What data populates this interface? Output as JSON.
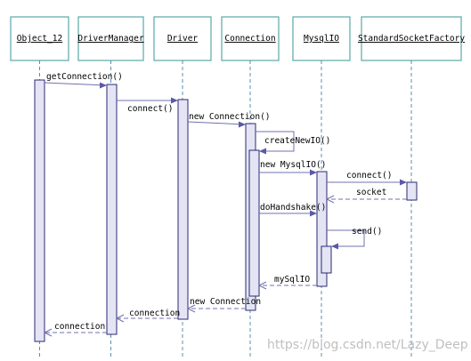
{
  "participants": [
    {
      "name": "Object_12"
    },
    {
      "name": "DriverManager"
    },
    {
      "name": "Driver"
    },
    {
      "name": "Connection"
    },
    {
      "name": "MysqlIO"
    },
    {
      "name": "StandardSocketFactory"
    }
  ],
  "messages": [
    {
      "label": "getConnection()",
      "from": 0,
      "to": 1,
      "kind": "call"
    },
    {
      "label": "connect()",
      "from": 1,
      "to": 2,
      "kind": "call"
    },
    {
      "label": "new Connection()",
      "from": 2,
      "to": 3,
      "kind": "call"
    },
    {
      "label": "createNewIO()",
      "from": 3,
      "to": 3,
      "kind": "self"
    },
    {
      "label": "new MysqlIO()",
      "from": 3,
      "to": 4,
      "kind": "call"
    },
    {
      "label": "connect()",
      "from": 4,
      "to": 5,
      "kind": "call"
    },
    {
      "label": "socket",
      "from": 5,
      "to": 4,
      "kind": "return"
    },
    {
      "label": "doHandshake()",
      "from": 3,
      "to": 4,
      "kind": "call"
    },
    {
      "label": "send()",
      "from": 4,
      "to": 4,
      "kind": "self"
    },
    {
      "label": "mySqlIO",
      "from": 4,
      "to": 3,
      "kind": "return"
    },
    {
      "label": "new Connection",
      "from": 3,
      "to": 2,
      "kind": "return"
    },
    {
      "label": "connection",
      "from": 2,
      "to": 1,
      "kind": "return"
    },
    {
      "label": "connection",
      "from": 1,
      "to": 0,
      "kind": "return"
    }
  ],
  "watermark": "https://blog.csdn.net/Lazy_Deep",
  "colors": {
    "header_fill": "#ffffff",
    "header_border": "#5aa8a8",
    "lifeline": "#5a8fb0",
    "activation_fill": "#e4e4f4",
    "activation_border": "#2a2a70",
    "arrow": "#7070b0",
    "arrowhead": "#5a5aa8"
  }
}
